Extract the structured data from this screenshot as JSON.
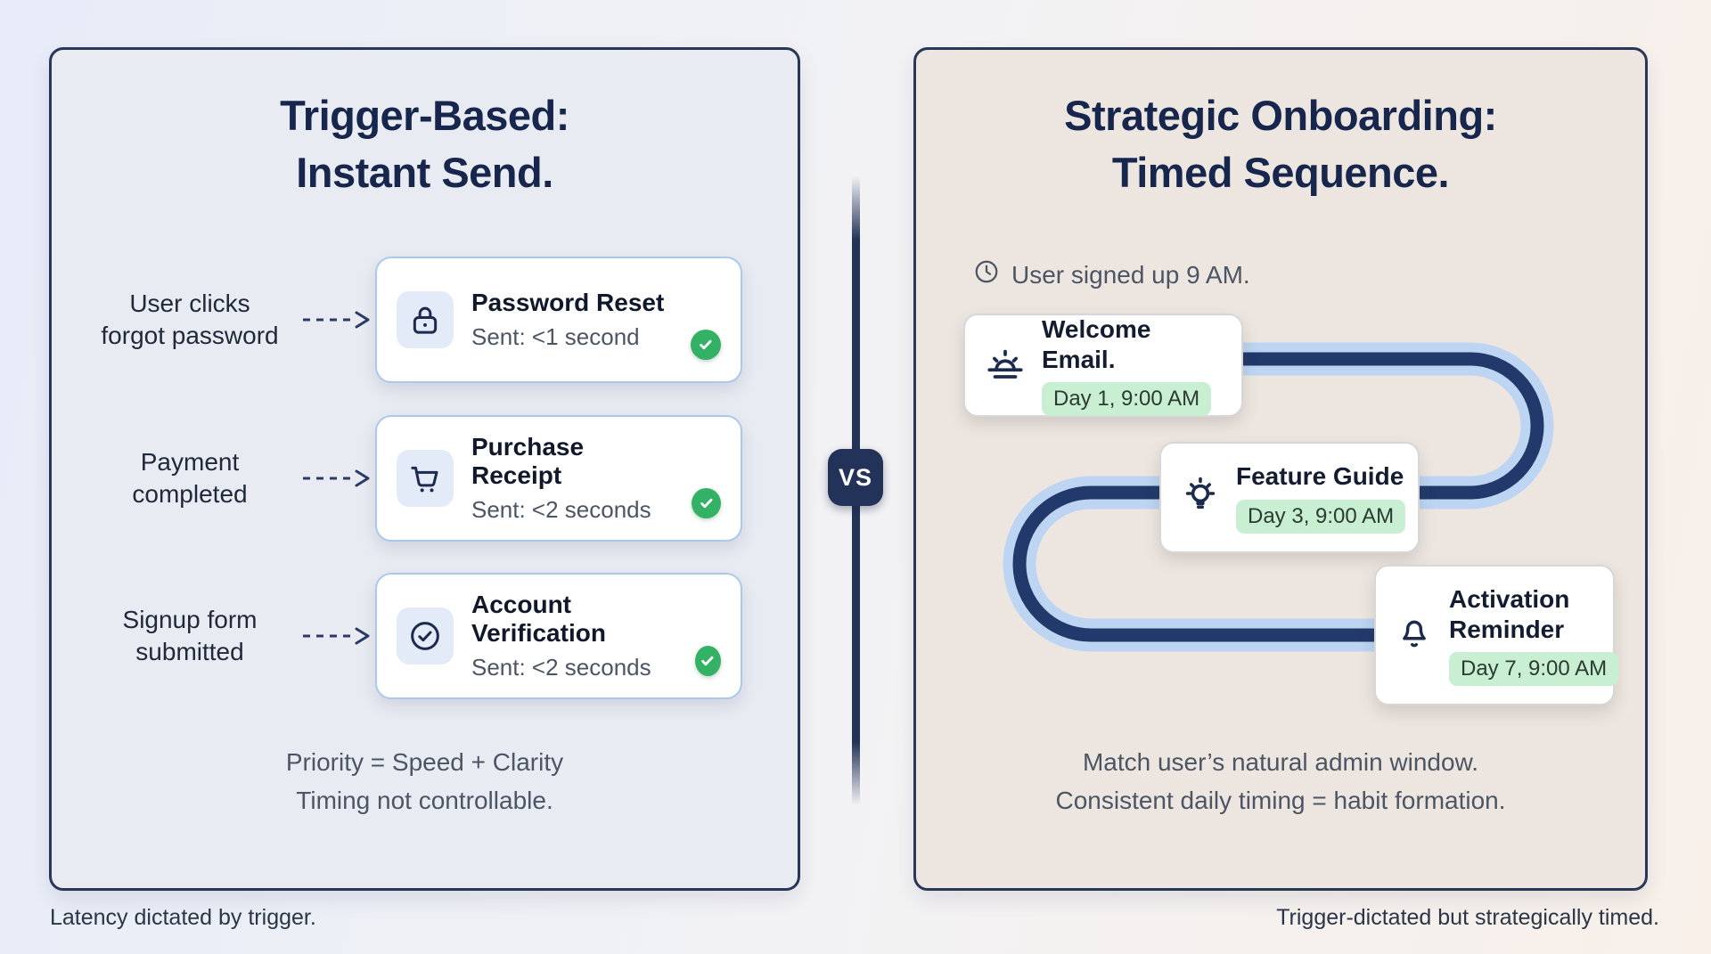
{
  "left_panel": {
    "title_line1": "Trigger-Based:",
    "title_line2": "Instant Send.",
    "rows": [
      {
        "icon": "lock-icon",
        "trigger_line1": "User clicks",
        "trigger_line2": "forgot password",
        "title": "Password Reset",
        "status": "Sent: <1 second",
        "status_icon": "check-circle-green"
      },
      {
        "icon": "cart-icon",
        "trigger_line1": "Payment",
        "trigger_line2": "completed",
        "title": "Purchase Receipt",
        "status": "Sent: <2 seconds",
        "status_icon": "check-circle-green"
      },
      {
        "icon": "circle-check-icon",
        "trigger_line1": "Signup form",
        "trigger_line2": "submitted",
        "title": "Account Verification",
        "status": "Sent: <2 seconds",
        "status_icon": "check-circle-green"
      }
    ],
    "footer_line1": "Priority = Speed + Clarity",
    "footer_line2": "Timing not controllable.",
    "caption": "Latency dictated by trigger."
  },
  "divider": {
    "vs_label": "VS"
  },
  "right_panel": {
    "title_line1": "Strategic Onboarding:",
    "title_line2": "Timed Sequence.",
    "signup_note": "User signed up 9 AM.",
    "signup_icon": "clock-icon",
    "steps": [
      {
        "icon": "sunrise-icon",
        "title": "Welcome Email.",
        "badge": "Day 1, 9:00 AM"
      },
      {
        "icon": "lightbulb-icon",
        "title": "Feature Guide",
        "badge": "Day 3, 9:00 AM"
      },
      {
        "icon": "bell-icon",
        "title": "Activation Reminder",
        "badge": "Day 7, 9:00 AM"
      }
    ],
    "footer_line1": "Match user’s natural admin window.",
    "footer_line2": "Consistent daily timing = habit formation.",
    "caption": "Trigger-dictated but strategically timed."
  },
  "colors": {
    "title_navy": "#17264d",
    "panel_border": "#2a3657",
    "left_panel_bg": "#e9ebf2",
    "right_panel_bg": "#ede6e0",
    "card_border_blue": "#a9c9ec",
    "icon_box_bg": "#e3ebf8",
    "success_green": "#33b164",
    "badge_green_bg": "#c9efd2",
    "path_navy": "#21396b",
    "path_light_blue": "#bdd5f2",
    "vs_badge_bg": "#233258"
  }
}
